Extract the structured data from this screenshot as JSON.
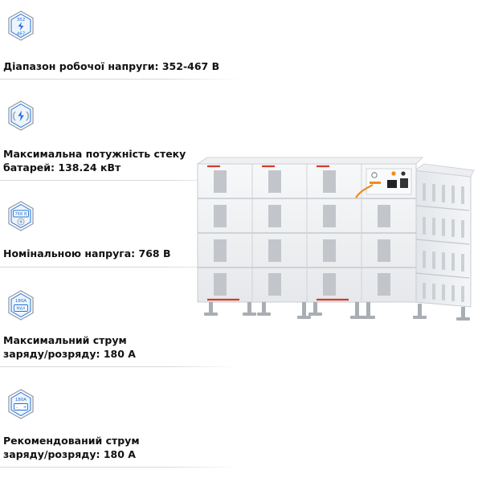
{
  "specs": [
    {
      "icon": "voltage-range-icon",
      "icon_text": [
        "352",
        "467"
      ],
      "lines": [
        "Діапазон робочої напруги: 352-467 В"
      ]
    },
    {
      "icon": "battery-power-icon",
      "icon_text": [],
      "lines": [
        "Максимальна потужність стеку",
        "батарей: 138.24 кВт"
      ]
    },
    {
      "icon": "nominal-voltage-icon",
      "icon_text": [
        "768 В"
      ],
      "lines": [
        "Номінальною напруга: 768 В"
      ]
    },
    {
      "icon": "max-current-icon",
      "icon_text": [
        "180A",
        "MAX"
      ],
      "lines": [
        "Максимальний струм",
        "заряду/розряду: 180 А"
      ]
    },
    {
      "icon": "recommended-current-icon",
      "icon_text": [
        "180A",
        "-",
        "+"
      ],
      "lines": [
        "Рекомендований струм",
        "заряду/розряду: 180 А"
      ]
    }
  ],
  "colors": {
    "icon_blue": "#1f6fd6",
    "icon_outline": "#9aa3b0",
    "cabinet": "#f1f2f4",
    "cabinet_shadow": "#d5d8dc",
    "accent_red": "#d23a2f",
    "accent_orange": "#f08a1c"
  }
}
